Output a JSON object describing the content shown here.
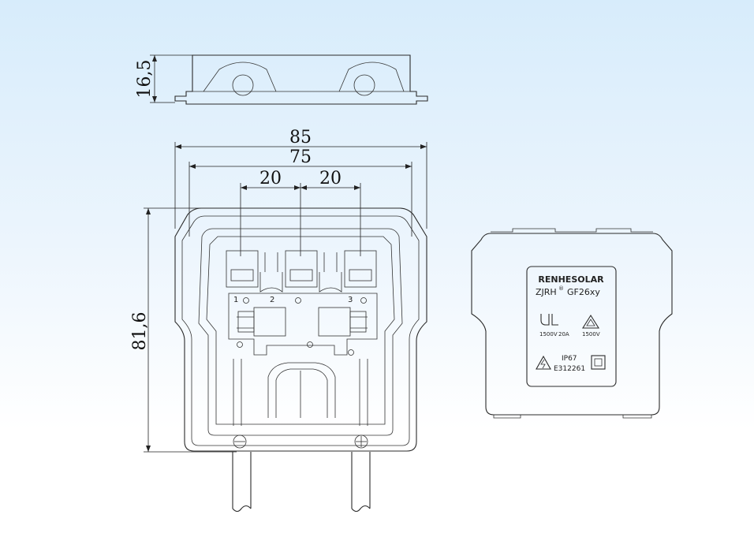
{
  "dimensions": {
    "height_side": "16,5",
    "width_outer": "85",
    "width_inner": "75",
    "pitch_left": "20",
    "pitch_right": "20",
    "height_total": "81,6"
  },
  "terminals": [
    "1",
    "2",
    "3"
  ],
  "lid_label": {
    "brand": "RENHESOLAR",
    "model_prefix": "ZJRH",
    "registered_mark": "®",
    "model_suffix": "GF26xy",
    "cert_ul_voltage": "1500V",
    "cert_ul_current": "20A",
    "cert_tuv_voltage": "1500V",
    "ip_rating": "IP67",
    "file_number": "E312261"
  },
  "icons": [
    "ul-mark-icon",
    "warning-triangle-icon",
    "electric-hazard-icon",
    "double-insulation-icon"
  ]
}
